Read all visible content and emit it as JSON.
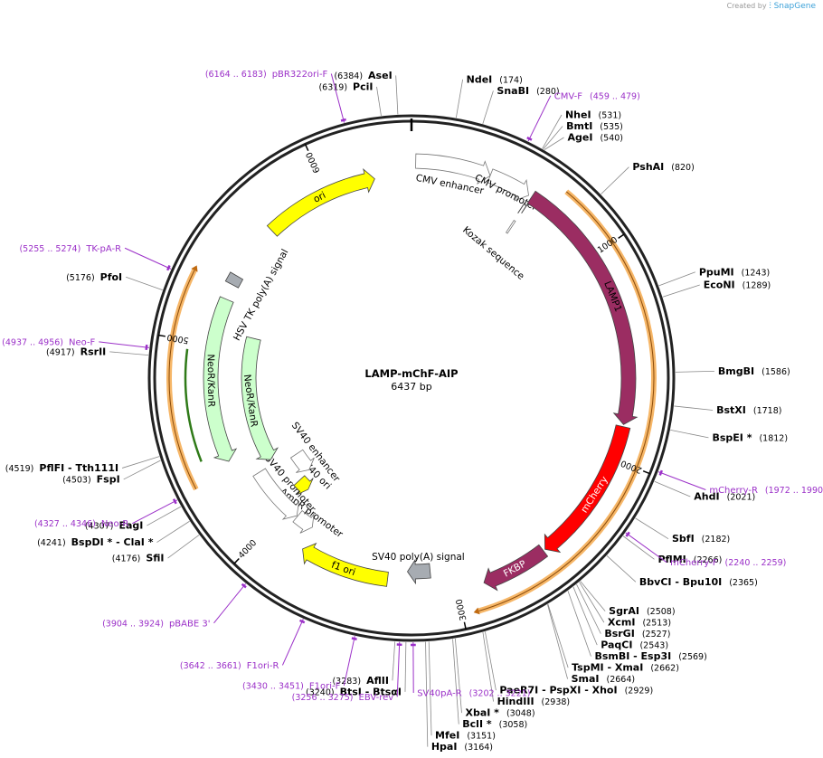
{
  "credit": {
    "prefix": "Created by",
    "brand": "SnapGene"
  },
  "plasmid": {
    "name": "LAMP-mChF-AIP",
    "size_label": "6437 bp",
    "length": 6437
  },
  "ticks": [
    {
      "pos": 1000,
      "label": "1000"
    },
    {
      "pos": 2000,
      "label": "2000"
    },
    {
      "pos": 3000,
      "label": "3000"
    },
    {
      "pos": 4000,
      "label": "4000"
    },
    {
      "pos": 5000,
      "label": "5000"
    },
    {
      "pos": 6000,
      "label": "6000"
    }
  ],
  "enzymes": [
    {
      "name": "AseI",
      "pos": "(6384)",
      "bp": 6384,
      "side": "left"
    },
    {
      "name": "PciI",
      "pos": "(6319)",
      "bp": 6319,
      "side": "left"
    },
    {
      "name": "NdeI",
      "pos": "(174)",
      "bp": 174,
      "side": "right"
    },
    {
      "name": "SnaBI",
      "pos": "(280)",
      "bp": 280,
      "side": "right"
    },
    {
      "name": "NheI",
      "pos": "(531)",
      "bp": 531,
      "side": "right"
    },
    {
      "name": "BmtI",
      "pos": "(535)",
      "bp": 535,
      "side": "right"
    },
    {
      "name": "AgeI",
      "pos": "(540)",
      "bp": 540,
      "side": "right"
    },
    {
      "name": "PshAI",
      "pos": "(820)",
      "bp": 820,
      "side": "right"
    },
    {
      "name": "PpuMI",
      "pos": "(1243)",
      "bp": 1243,
      "side": "right"
    },
    {
      "name": "EcoNI",
      "pos": "(1289)",
      "bp": 1289,
      "side": "right"
    },
    {
      "name": "BmgBI",
      "pos": "(1586)",
      "bp": 1586,
      "side": "right"
    },
    {
      "name": "BstXI",
      "pos": "(1718)",
      "bp": 1718,
      "side": "right"
    },
    {
      "name": "BspEI *",
      "pos": "(1812)",
      "bp": 1812,
      "side": "right"
    },
    {
      "name": "AhdI",
      "pos": "(2021)",
      "bp": 2021,
      "side": "right"
    },
    {
      "name": "SbfI",
      "pos": "(2182)",
      "bp": 2182,
      "side": "right"
    },
    {
      "name": "PflMI",
      "pos": "(2266)",
      "bp": 2266,
      "side": "right"
    },
    {
      "name": "BbvCI - Bpu10I",
      "pos": "(2365)",
      "bp": 2365,
      "side": "right"
    },
    {
      "name": "SgrAI",
      "pos": "(2508)",
      "bp": 2508,
      "side": "right"
    },
    {
      "name": "XcmI",
      "pos": "(2513)",
      "bp": 2513,
      "side": "right"
    },
    {
      "name": "BsrGI",
      "pos": "(2527)",
      "bp": 2527,
      "side": "right"
    },
    {
      "name": "PaqCI",
      "pos": "(2543)",
      "bp": 2543,
      "side": "right"
    },
    {
      "name": "BsmBI - Esp3I",
      "pos": "(2569)",
      "bp": 2569,
      "side": "right"
    },
    {
      "name": "TspMI - XmaI",
      "pos": "(2662)",
      "bp": 2662,
      "side": "right"
    },
    {
      "name": "SmaI",
      "pos": "(2664)",
      "bp": 2664,
      "side": "right"
    },
    {
      "name": "PaeR7I - PspXI - XhoI",
      "pos": "(2929)",
      "bp": 2929,
      "side": "right"
    },
    {
      "name": "HindIII",
      "pos": "(2938)",
      "bp": 2938,
      "side": "right"
    },
    {
      "name": "XbaI *",
      "pos": "(3048)",
      "bp": 3048,
      "side": "right"
    },
    {
      "name": "BclI *",
      "pos": "(3058)",
      "bp": 3058,
      "side": "right"
    },
    {
      "name": "MfeI",
      "pos": "(3151)",
      "bp": 3151,
      "side": "right"
    },
    {
      "name": "HpaI",
      "pos": "(3164)",
      "bp": 3164,
      "side": "right"
    },
    {
      "name": "BtsI - BtsαI",
      "pos": "(3240)",
      "bp": 3240,
      "side": "left"
    },
    {
      "name": "AflII",
      "pos": "(3283)",
      "bp": 3283,
      "side": "left"
    },
    {
      "name": "SfiI",
      "pos": "(4176)",
      "bp": 4176,
      "side": "left"
    },
    {
      "name": "BspDI * - ClaI *",
      "pos": "(4241)",
      "bp": 4241,
      "side": "left"
    },
    {
      "name": "EagI",
      "pos": "(4307)",
      "bp": 4307,
      "side": "left"
    },
    {
      "name": "FspI",
      "pos": "(4503)",
      "bp": 4503,
      "side": "left"
    },
    {
      "name": "PflFI - Tth111I",
      "pos": "(4519)",
      "bp": 4519,
      "side": "left"
    },
    {
      "name": "RsrII",
      "pos": "(4917)",
      "bp": 4917,
      "side": "left"
    },
    {
      "name": "PfoI",
      "pos": "(5176)",
      "bp": 5176,
      "side": "left"
    }
  ],
  "primers": [
    {
      "name": "pBR322ori-F",
      "range": "(6164 .. 6183)",
      "bp": 6173,
      "side": "left"
    },
    {
      "name": "CMV-F",
      "range": "(459 .. 479)",
      "bp": 469,
      "side": "right"
    },
    {
      "name": "mCherry-R",
      "range": "(1972 .. 1990)",
      "bp": 1981,
      "side": "right"
    },
    {
      "name": "mCherry-F",
      "range": "(2240 .. 2259)",
      "bp": 2250,
      "side": "right"
    },
    {
      "name": "SV40pA-R",
      "range": "(3202 .. 3221)",
      "bp": 3212,
      "side": "right"
    },
    {
      "name": "EBV-rev",
      "range": "(3256 .. 3275)",
      "bp": 3265,
      "side": "left"
    },
    {
      "name": "F1ori-F",
      "range": "(3430 .. 3451)",
      "bp": 3440,
      "side": "left"
    },
    {
      "name": "F1ori-R",
      "range": "(3642 .. 3661)",
      "bp": 3651,
      "side": "left"
    },
    {
      "name": "pBABE 3'",
      "range": "(3904 .. 3924)",
      "bp": 3914,
      "side": "left"
    },
    {
      "name": "Neo-R",
      "range": "(4327 .. 4346)",
      "bp": 4336,
      "side": "left"
    },
    {
      "name": "Neo-F",
      "range": "(4937 .. 4956)",
      "bp": 4946,
      "side": "left"
    },
    {
      "name": "TK-pA-R",
      "range": "(5255 .. 5274)",
      "bp": 5264,
      "side": "left"
    }
  ],
  "features": [
    {
      "name": "CMV enhancer",
      "color": "#ffffff",
      "start": 20,
      "end": 380
    },
    {
      "name": "CMV promoter",
      "color": "#ffffff",
      "start": 380,
      "end": 584
    },
    {
      "name": "Kozak sequence",
      "color": "#ffffff",
      "start": 590,
      "end": 600
    },
    {
      "name": "LAMP1",
      "color": "#9b2d62",
      "start": 600,
      "end": 1830
    },
    {
      "name": "mCherry",
      "color": "#ff0000",
      "start": 1840,
      "end": 2540
    },
    {
      "name": "FKBP",
      "color": "#9b2d62",
      "start": 2550,
      "end": 2870
    },
    {
      "name": "SV40 poly(A) signal",
      "color": "#a7acb2",
      "start": 3120,
      "end": 3240
    },
    {
      "name": "f1 ori",
      "color": "#ffff00",
      "start": 3340,
      "end": 3800
    },
    {
      "name": "AmpR promoter",
      "color": "#ffffff",
      "start": 3820,
      "end": 3925
    },
    {
      "name": "SV40 promoter",
      "color": "#ffffff",
      "start": 3930,
      "end": 4260
    },
    {
      "name": "SV40 ori",
      "color": "#ffff00",
      "start": 3985,
      "end": 4070
    },
    {
      "name": "SV40 enhancer",
      "color": "#ffffff",
      "start": 4080,
      "end": 4230
    },
    {
      "name": "NeoR/KanR",
      "color": "#ccffcc",
      "start": 4290,
      "end": 5080
    },
    {
      "name": "NeoR/KanR",
      "color": "#ccffcc",
      "start": 4390,
      "end": 5240
    },
    {
      "name": "HSV TK poly(A) signal",
      "color": "#a7acb2",
      "start": 5320,
      "end": 5370
    },
    {
      "name": "ori",
      "color": "#ffff00",
      "start": 5660,
      "end": 6250
    }
  ],
  "orange_bands": [
    {
      "start": 710,
      "end": 2930
    },
    {
      "start": 4340,
      "end": 5300
    }
  ],
  "green_band": {
    "start": 4440,
    "end": 4960
  }
}
